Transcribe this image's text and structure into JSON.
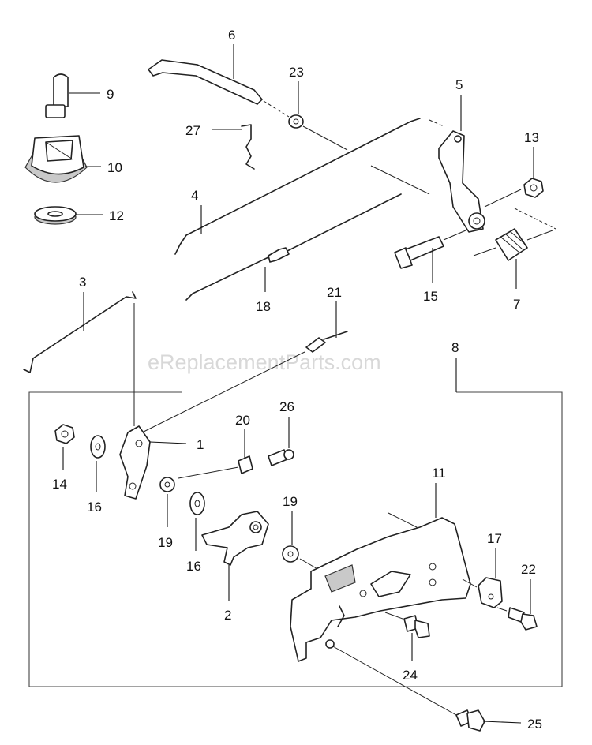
{
  "watermark": "eReplacementParts.com",
  "callouts": {
    "p1": "1",
    "p2": "2",
    "p3": "3",
    "p4": "4",
    "p5": "5",
    "p6": "6",
    "p7": "7",
    "p8": "8",
    "p9": "9",
    "p10": "10",
    "p11": "11",
    "p12": "12",
    "p13": "13",
    "p14": "14",
    "p15": "15",
    "p16a": "16",
    "p16b": "16",
    "p17": "17",
    "p18": "18",
    "p19a": "19",
    "p19b": "19",
    "p20": "20",
    "p21": "21",
    "p22": "22",
    "p23": "23",
    "p24": "24",
    "p25": "25",
    "p26": "26",
    "p27": "27"
  }
}
